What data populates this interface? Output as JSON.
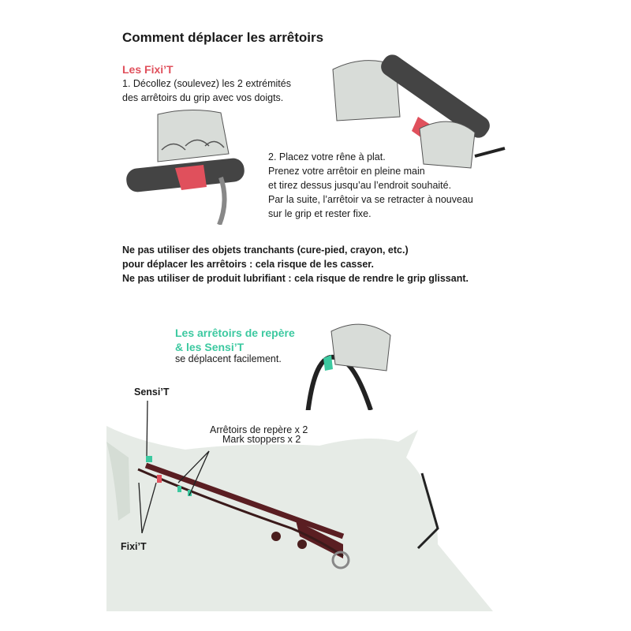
{
  "title": "Comment déplacer les arrêtoirs",
  "fixit_section": {
    "heading": "Les Fixi’T",
    "step1_line1": "1. Décollez (soulevez) les 2 extrémités",
    "step1_line2": "des arrêtoirs du grip avec vos doigts.",
    "step2_lines": [
      "2. Placez votre rêne à plat.",
      "Prenez votre arrêtoir en pleine main",
      "et tirez dessus jusqu’au l’endroit souhaité.",
      "Par la suite, l’arrêtoir va se retracter à nouveau",
      "sur le grip et rester fixe."
    ]
  },
  "warnings": [
    "Ne pas utiliser des objets tranchants (cure-pied, crayon, etc.)",
    "pour déplacer les arrêtoirs : cela risque de les casser.",
    "Ne pas utiliser de produit lubrifiant : cela risque de rendre le grip glissant."
  ],
  "sensit_section": {
    "heading_line1": "Les arrêtoirs de repère",
    "heading_line2": "& les Sensi’T",
    "subtext": "se déplacent facilement."
  },
  "labels": {
    "sensit": "Sensi’T",
    "fixit": "Fixi’T",
    "reperes": "Arrêtoirs de repère x 2",
    "mark_stoppers": "Mark stoppers x 2"
  },
  "colors": {
    "fixit_red": "#e0505c",
    "sensit_green": "#3cc9a0",
    "photo_gray": "#e6ebe6"
  },
  "icons": [
    "hand-peeling-illustration",
    "hand-pulling-illustration",
    "hand-holding-rein-illustration",
    "horse-head-photo"
  ]
}
